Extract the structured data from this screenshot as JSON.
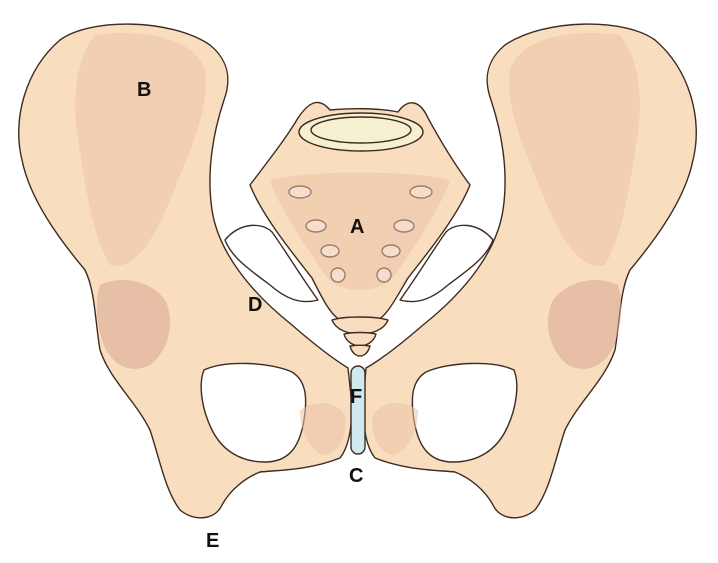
{
  "diagram": {
    "subject": "pelvis",
    "colors": {
      "bone": "#f9ddbf",
      "bone_shade": "#ecc3a6",
      "bone_deep": "#d9a592",
      "outline": "#3d2b22",
      "articular_cartilage": "#f6f0d2",
      "cartilage": "#cfe9ee"
    },
    "labels": {
      "a": "A",
      "b": "B",
      "c": "C",
      "d": "D",
      "e": "E",
      "f": "F"
    }
  }
}
